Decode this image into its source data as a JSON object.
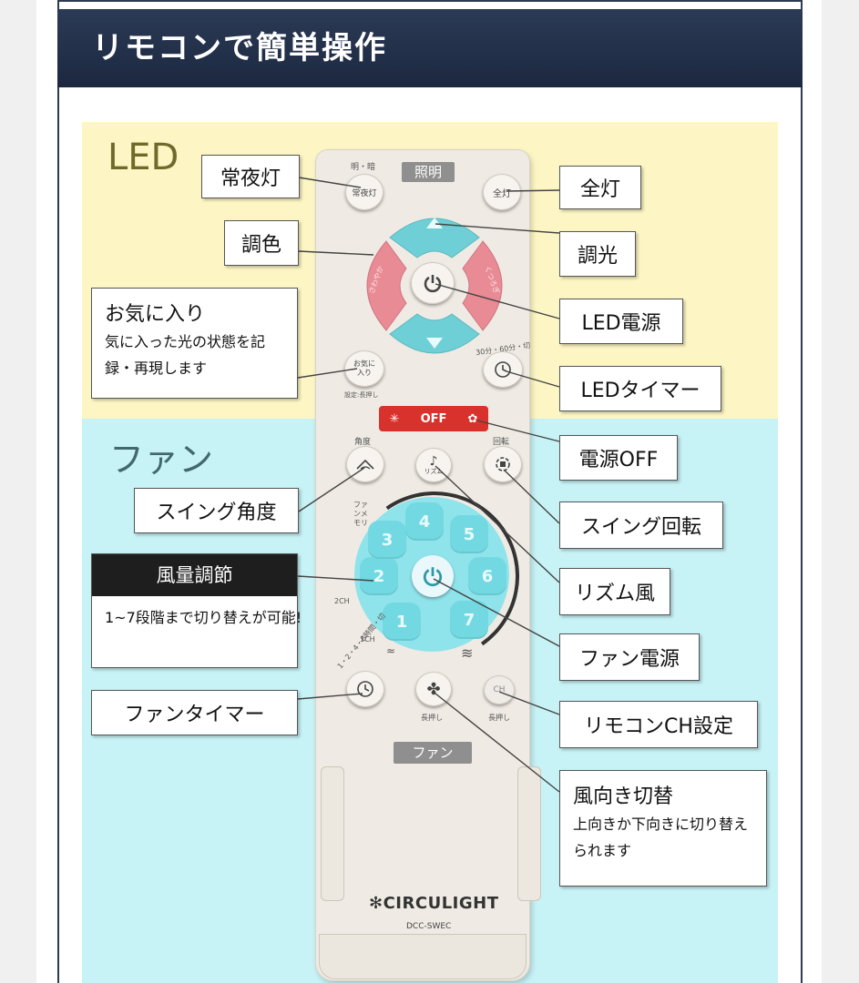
{
  "header": {
    "title": "リモコンで簡単操作"
  },
  "sections": {
    "led": "LED",
    "fan": "ファン"
  },
  "remote": {
    "display_led": "照明",
    "display_fan": "ファン",
    "label_brightness": "明・暗",
    "btn_night_light": "常夜灯",
    "btn_full_light": "全灯",
    "btn_sawayaka": "さわやか",
    "btn_kutsurogi": "くつろぎ",
    "btn_favorite": "お気に入り",
    "label_favorite_long": "設定:長押し",
    "label_timer_led": "30分・60分・切",
    "off_label": "OFF",
    "label_angle": "角度",
    "label_rhythm": "リズム",
    "label_rotate": "回転",
    "label_fan_memory": "ファンメモリ",
    "label_2ch": "2CH",
    "label_1ch": "1CH",
    "label_timer_fan": "1・2・4・8時間・切",
    "label_long_press_1": "長押し",
    "label_long_press_2": "長押し",
    "fan_keys": [
      "1",
      "2",
      "3",
      "4",
      "5",
      "6",
      "7"
    ],
    "brand": "CIRCULIGHT",
    "model": "DCC-SWEC"
  },
  "callouts": {
    "night_light": "常夜灯",
    "full_light": "全灯",
    "color_tone": "調色",
    "dimming": "調光",
    "favorite_title": "お気に入り",
    "favorite_desc": "気に入った光の状態を記録・再現します",
    "led_power": "LED電源",
    "led_timer": "LEDタイマー",
    "power_off": "電源OFF",
    "swing_angle": "スイング角度",
    "swing_rotate": "スイング回転",
    "airflow_title": "風量調節",
    "airflow_desc": "1~7段階まで切り替えが可能!",
    "rhythm_wind": "リズム風",
    "fan_power": "ファン電源",
    "fan_timer": "ファンタイマー",
    "remote_ch": "リモコンCH設定",
    "direction_title": "風向き切替",
    "direction_desc": "上向きか下向きに切り替えられます"
  },
  "colors": {
    "header_bg": "#23314a",
    "led_panel": "#fdf6c4",
    "fan_panel": "#c7f2f6",
    "pink_key": "#e98b95",
    "teal_key": "#6fcfd6",
    "fan_key": "#72d9e2",
    "off_red": "#d9312b"
  }
}
